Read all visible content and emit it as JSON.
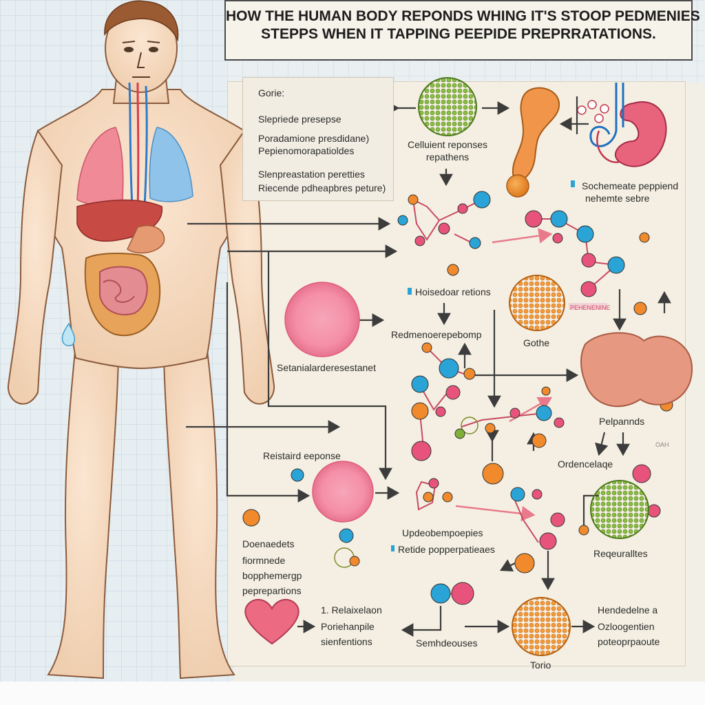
{
  "title": {
    "line1": "HOW THE HUMAN BODY REPONDS WHING IT'S STOOP PEDMENIES",
    "line2": "STEPPS WHEN IT TAPPING PEEPIDE PREPRRATATIONS."
  },
  "legend": {
    "heading": "Gorie:",
    "items": [
      "Slepriede presepse",
      "Poradamione presdidane)",
      "Pepienomorapatioldes",
      "Slenpreastation peretties",
      "Riecende pdheapbres peture)"
    ]
  },
  "labels": {
    "cellular_responses": [
      "Celluient reponses",
      "repathens"
    ],
    "top_right_note": [
      "Sochemeate peppiend",
      "nehemte sebre"
    ],
    "hoisenear_rations": "Hoisedoar retions",
    "rednenerapebomp": "Redmenoerepebomp",
    "gothe": "Gothe",
    "setanial": "Setanialarderesestanet",
    "pink_tag": "PEHENENINE",
    "pelpannds": "Pelpannds",
    "ordencelaqe": "Ordencelaqe",
    "reistaird_response": "Reistaird eeponse",
    "updeobemporpies": "Updeobempoepies",
    "retide_pdpephatenes": "Retide popperpatieaes",
    "reqeuralltes": "Reqeuralltes",
    "doenaedets": [
      "Doenaedets",
      "fiormnede",
      "bopphemergp",
      "peprepartions"
    ],
    "relaixelaon": [
      "1. Relaixelaon",
      "Poriehanpile",
      "sienfentions"
    ],
    "semhdeouses": "Semhdeouses",
    "torio": "Torio",
    "hendedelne": [
      "Hendedelne a",
      "Ozloogentien",
      "poteoprpaoute"
    ],
    "small_tag": "OAH"
  },
  "colors": {
    "blue": "#2aa3d6",
    "pink": "#e8537c",
    "orange": "#ec8a2c",
    "green": "#7fb03a",
    "arrow": "#3c3c3c",
    "accent_arrow": "#e87a8c",
    "tan": "#f3d8bd"
  },
  "icons": [
    "heart-icon",
    "kidney-icon",
    "liver-icon",
    "muscle-icon",
    "cell-icon",
    "molecule-icon",
    "droplet-icon",
    "blood-vessel-icon"
  ]
}
